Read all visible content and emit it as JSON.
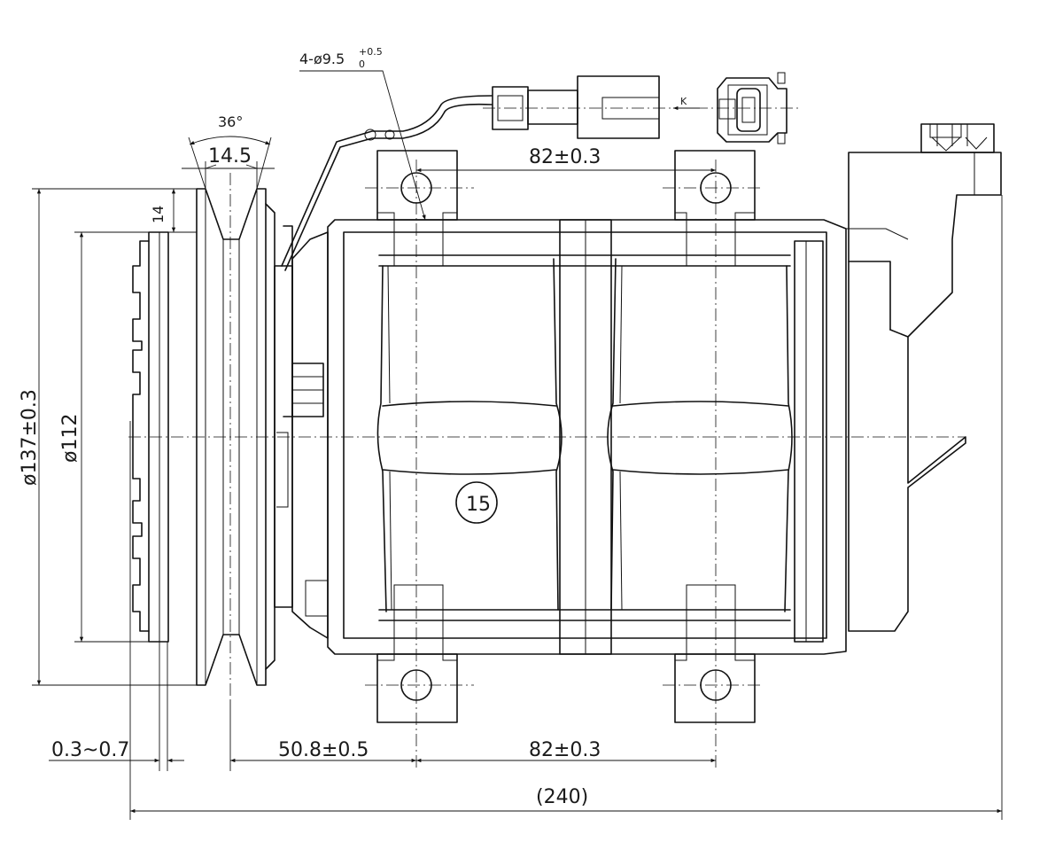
{
  "drawing": {
    "labels": {
      "hole_spec_main": "4-ø9.5",
      "hole_tol_upper": "+0.5",
      "hole_tol_lower": "0",
      "view_marker": "K",
      "angle": "36°",
      "groove_width": "14.5",
      "groove_offset": "14",
      "top_bolt_spacing": "82±0.3",
      "outer_diameter": "ø137±0.3",
      "inner_diameter": "ø112",
      "clutch_gap": "0.3~0.7",
      "pulley_to_bolt": "50.8±0.5",
      "bottom_bolt_spacing": "82±0.3",
      "overall_length": "(240)",
      "part_number": "15"
    }
  }
}
